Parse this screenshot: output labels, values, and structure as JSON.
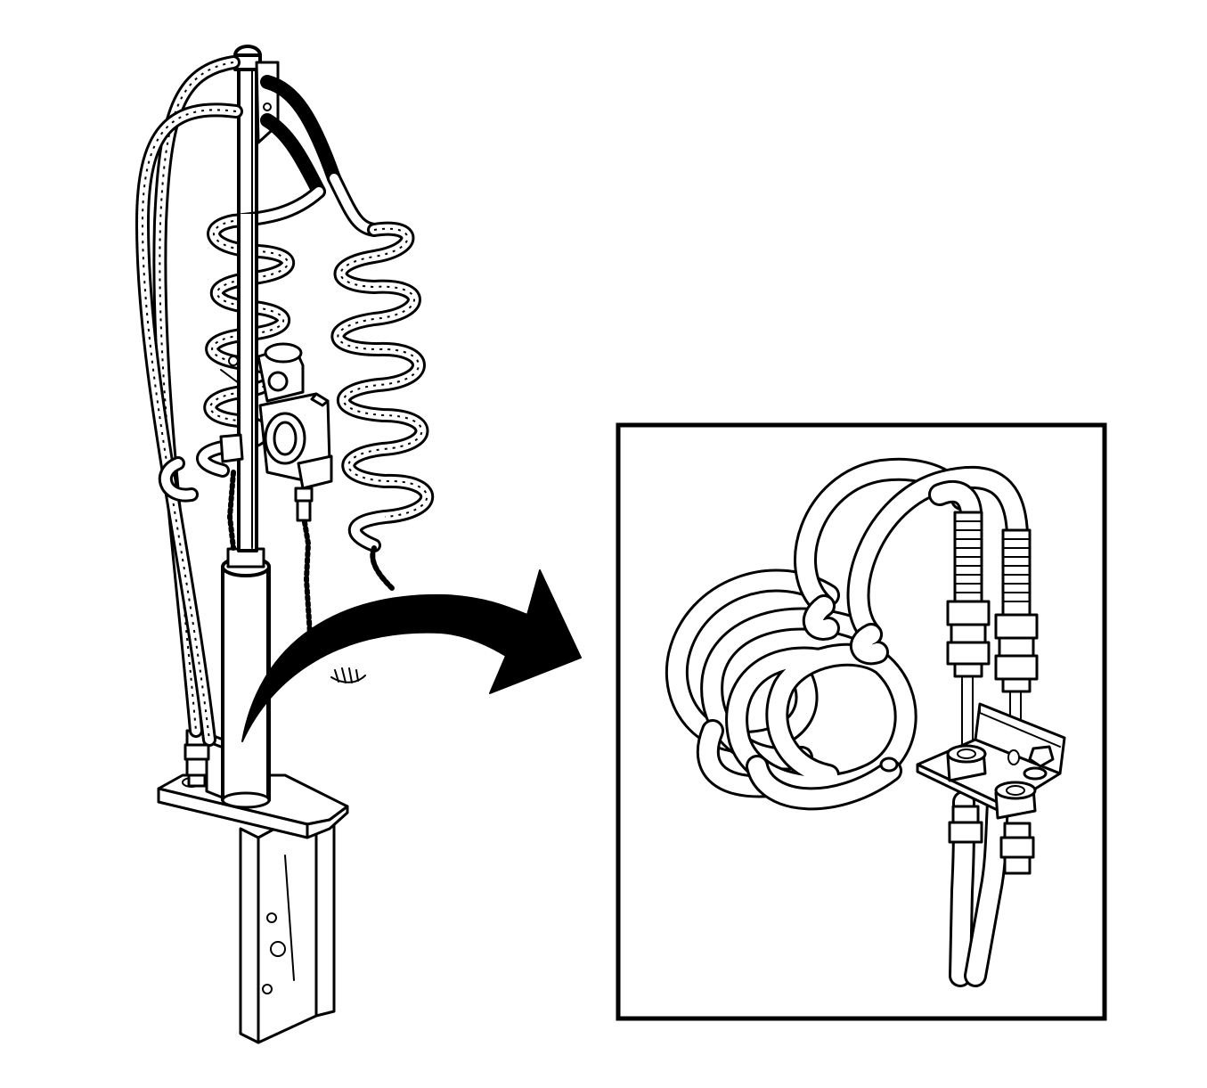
{
  "figure": {
    "background": "#ffffff",
    "line_color": "#000000",
    "components": {
      "main_assembly": "trailer-connection-post-with-coiled-air-hoses",
      "callout": "arrow-to-detail-view",
      "detail_view": "brake-line-fittings-on-mounting-bracket"
    }
  }
}
